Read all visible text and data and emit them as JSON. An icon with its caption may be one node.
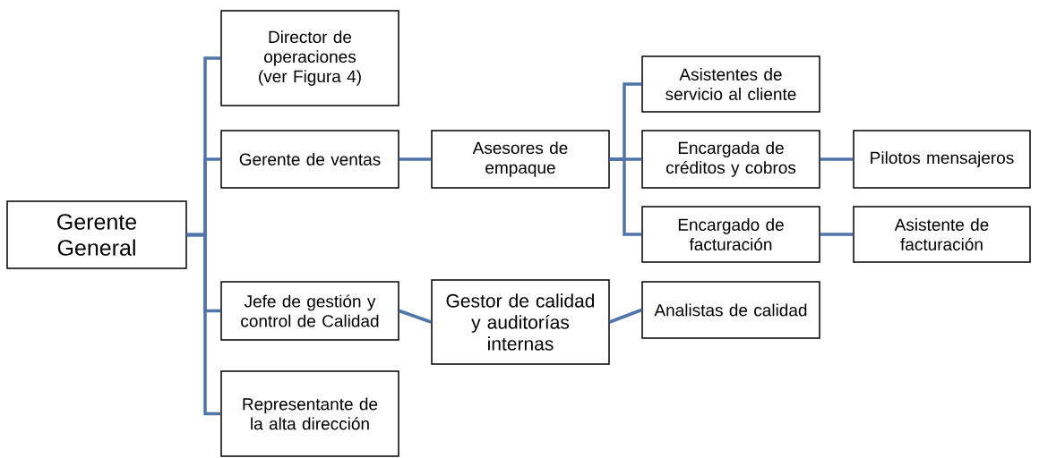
{
  "diagram": {
    "nodes": [
      {
        "text": [
          "Gerente General"
        ]
      },
      {
        "text": [
          "Director de operaciones (ver Figura 4)"
        ]
      },
      {
        "text": [
          "Gerente de ventas"
        ]
      },
      {
        "text": [
          "Asesores de empaque"
        ]
      },
      {
        "text": [
          "Asistentes de servicio al cliente"
        ]
      },
      {
        "text": [
          "Encargada de créditos y cobros"
        ]
      },
      {
        "text": [
          "Pilotos mensajeros"
        ]
      },
      {
        "text": [
          "Encargado de facturación"
        ]
      },
      {
        "text": [
          "Asistente de facturación"
        ]
      },
      {
        "text": [
          "Jefe de gestión y control de Calidad"
        ]
      },
      {
        "text": [
          "Gestor de calidad y auditorías internas"
        ]
      },
      {
        "text": [
          "Analistas de calidad"
        ]
      },
      {
        "text": [
          "Representante de la alta dirección"
        ]
      }
    ],
    "edges": [
      {
        "from": 0,
        "to": 1,
        "arrow": "none"
      },
      {
        "from": 0,
        "to": 2,
        "arrow": "none"
      },
      {
        "from": 0,
        "to": 9,
        "arrow": "none"
      },
      {
        "from": 0,
        "to": 12,
        "arrow": "none"
      },
      {
        "from": 2,
        "to": 3,
        "arrow": "none"
      },
      {
        "from": 3,
        "to": 4,
        "arrow": "none"
      },
      {
        "from": 3,
        "to": 5,
        "arrow": "none"
      },
      {
        "from": 3,
        "to": 7,
        "arrow": "none"
      },
      {
        "from": 5,
        "to": 6,
        "arrow": "none"
      },
      {
        "from": 7,
        "to": 8,
        "arrow": "none"
      },
      {
        "from": 9,
        "to": 10,
        "arrow": "none"
      },
      {
        "from": 10,
        "to": 11,
        "arrow": "none"
      }
    ]
  }
}
